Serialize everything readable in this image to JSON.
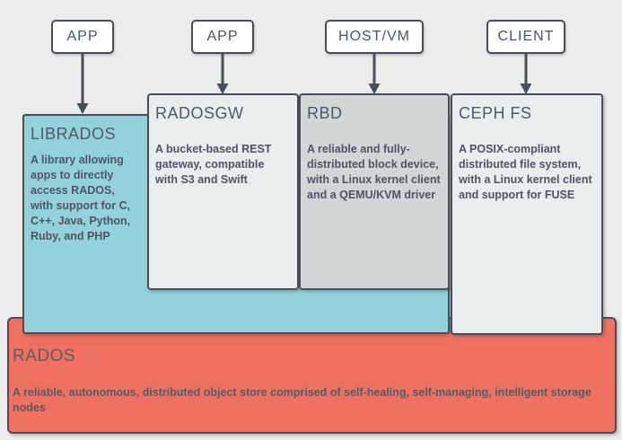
{
  "diagram": {
    "top_nodes": [
      {
        "id": "app-1",
        "label": "APP"
      },
      {
        "id": "app-2",
        "label": "APP"
      },
      {
        "id": "host-vm",
        "label": "HOST/VM"
      },
      {
        "id": "client",
        "label": "CLIENT"
      }
    ],
    "components": {
      "librados": {
        "title": "LIBRADOS",
        "description": "A library allowing apps to directly access RADOS, with support for C, C++, Java, Python, Ruby, and PHP",
        "fill": "#93d2db"
      },
      "radosgw": {
        "title": "RADOSGW",
        "description": "A bucket-based REST gateway, compatible with S3 and Swift",
        "fill": "#e9edee"
      },
      "rbd": {
        "title": "RBD",
        "description": "A reliable and fully-distributed block device, with a Linux kernel client and a QEMU/KVM driver",
        "fill": "#d3d6d7"
      },
      "cephfs": {
        "title": "CEPH FS",
        "description": "A POSIX-compliant distributed file system, with a Linux kernel client and support for FUSE",
        "fill": "#e9edee"
      },
      "rados": {
        "title": "RADOS",
        "description": "A reliable, autonomous, distributed object store comprised of self-healing, self-managing, intelligent storage nodes",
        "fill": "#ee7162"
      }
    },
    "colors": {
      "background": "#ebeceb",
      "border": "#454e5a",
      "arrow": "#454e5a",
      "heading_text": "#4e5a68",
      "body_text": "#4d5564",
      "top_node_fill": "#ffffff"
    }
  }
}
